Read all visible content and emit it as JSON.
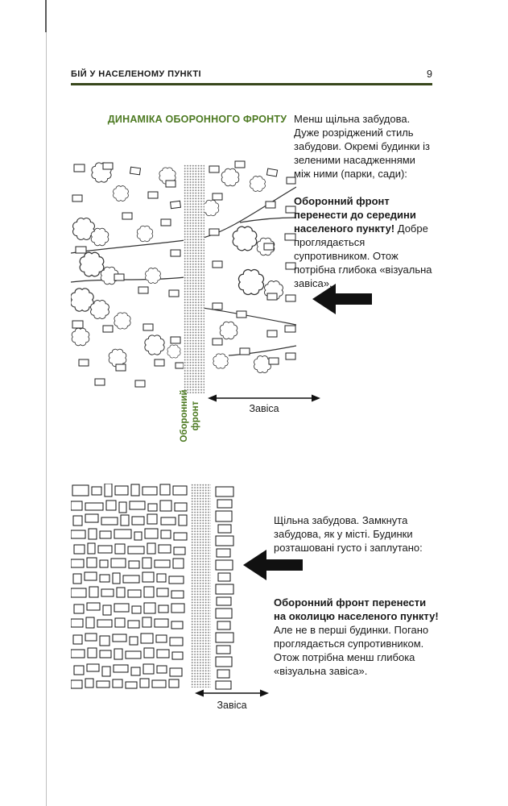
{
  "page": {
    "header_title": "БІЙ У НАСЕЛЕНОМУ ПУНКТІ",
    "page_number": "9"
  },
  "figure": {
    "title": "ДИНАМІКА ОБОРОННОГО ФРОНТУ",
    "sparse_diagram": {
      "front_label_line1": "Оборонний",
      "front_label_line2": "фронт",
      "veil_label": "Завіса"
    },
    "dense_diagram": {
      "veil_label": "Завіса"
    }
  },
  "annotations": {
    "sparse": {
      "intro": "Менш щільна забудова. Дуже розріджений стиль забудови. Окремі будинки із зеленими насадженнями між ними (парки, сади):",
      "directive_bold": "Оборонний фронт перенести до середини населеного пункту!",
      "directive_rest": " Добре проглядається супротивником.  Отож потрібна глибока «візуальна завіса»."
    },
    "dense": {
      "intro": "Щільна забудова. Замкнута забудова, як у місті. Будинки розташовані густо і заплутано:",
      "directive_bold": "Оборонний фронт перенести на околицю населеного пункту!",
      "directive_rest": " Але не в перші будинки. Погано проглядається супротивником. Отож потрібна менш глибока «візуальна завіса»."
    }
  },
  "colors": {
    "accent_green": "#4d7a22",
    "rule_dark_green": "#38471b",
    "arrow_black": "#111111"
  }
}
